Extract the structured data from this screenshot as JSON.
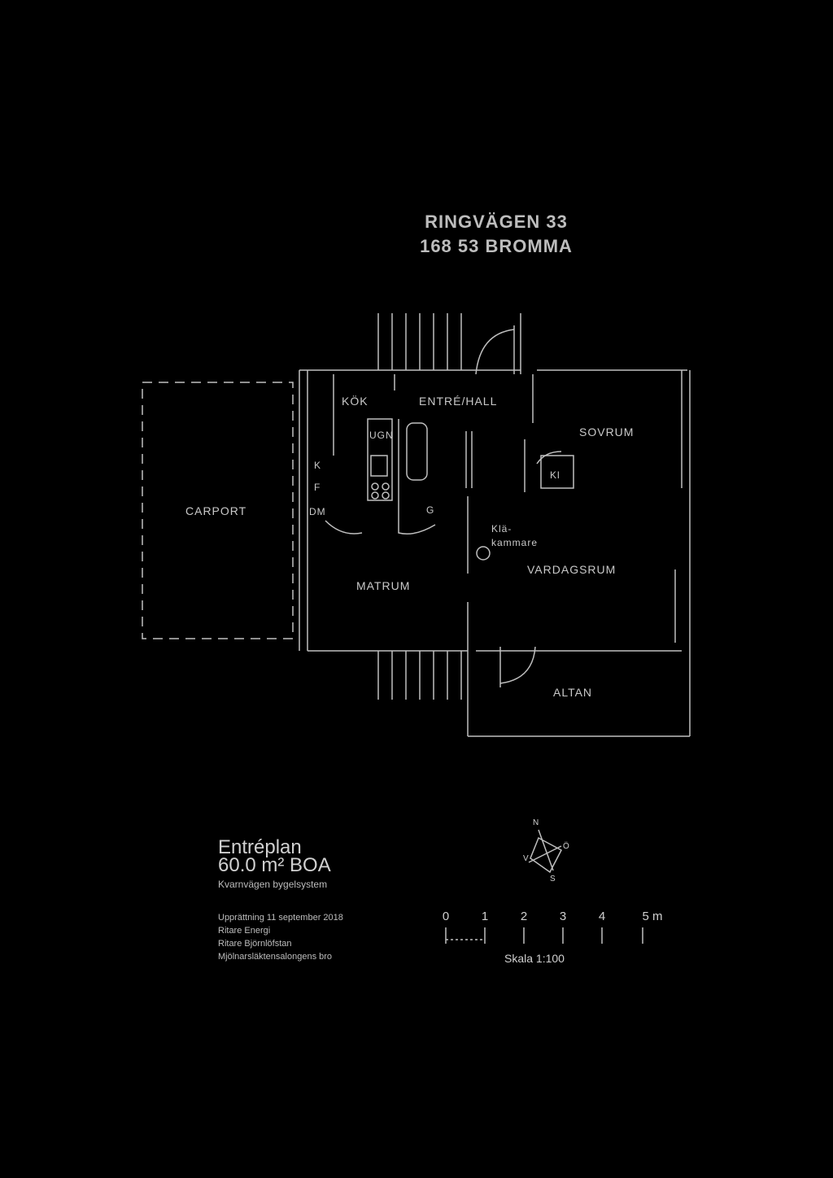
{
  "address": {
    "line1": "RINGVÄGEN 33",
    "line2": "168 53 BROMMA"
  },
  "rooms": {
    "carport": "CARPORT",
    "kok": "KÖK",
    "entre": "ENTRÉ/HALL",
    "sovrum": "SOVRUM",
    "matrum": "MATRUM",
    "vardagsrum": "VARDAGSRUM",
    "altan": "ALTAN",
    "klk_line1": "Klä-",
    "klk_line2": "kammare"
  },
  "fixtures": {
    "k": "K",
    "f": "F",
    "dm": "DM",
    "g": "G",
    "ugn": "UGN",
    "kl": "Kl"
  },
  "floor": {
    "title": "Entréplan",
    "area": "60.0 m² BOA",
    "note": "Kvarnvägen bygelsystem"
  },
  "info": {
    "line1": "Upprättning 11 september 2018",
    "line2": "Ritare Energi",
    "line3": "Ritare Björnlöfstan",
    "line4": "Mjölnarsläktensalongens bro"
  },
  "compass": {
    "n": "N",
    "s": "S",
    "o": "Ö",
    "v": "V"
  },
  "scale": {
    "ticks": [
      "0",
      "1",
      "2",
      "3",
      "4",
      "5 m"
    ],
    "label": "Skala 1:100"
  }
}
